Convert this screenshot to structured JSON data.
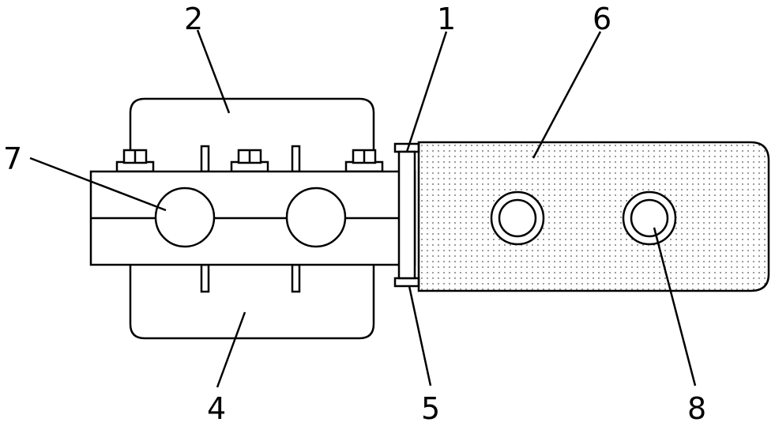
{
  "labels": {
    "l1": "1",
    "l2": "2",
    "l4": "4",
    "l5": "5",
    "l6": "6",
    "l7": "7",
    "l8": "8"
  },
  "colors": {
    "stroke": "#000000",
    "background": "#ffffff",
    "dots": "#555555"
  }
}
